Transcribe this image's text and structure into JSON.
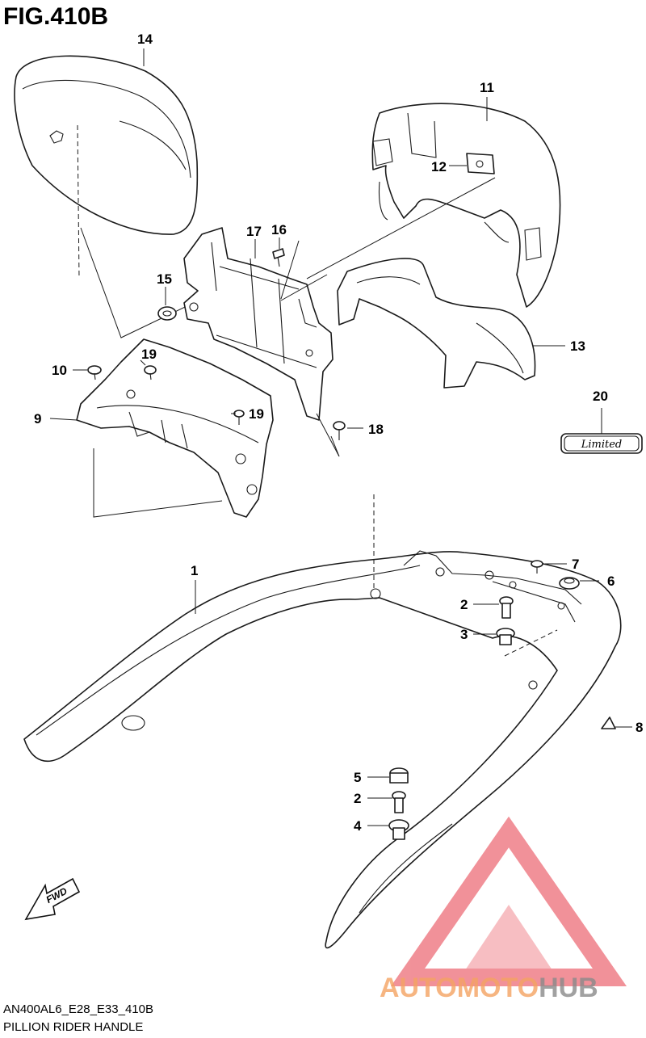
{
  "figure": {
    "title": "FIG.410B"
  },
  "parts": [
    {
      "no": "1"
    },
    {
      "no": "2"
    },
    {
      "no": "3"
    },
    {
      "no": "4"
    },
    {
      "no": "5"
    },
    {
      "no": "6"
    },
    {
      "no": "7"
    },
    {
      "no": "8"
    },
    {
      "no": "9"
    },
    {
      "no": "10"
    },
    {
      "no": "11"
    },
    {
      "no": "12"
    },
    {
      "no": "13"
    },
    {
      "no": "14"
    },
    {
      "no": "15"
    },
    {
      "no": "16"
    },
    {
      "no": "17"
    },
    {
      "no": "18"
    },
    {
      "no": "19"
    },
    {
      "no": "20"
    }
  ],
  "callout_extra": {
    "no_2b": "2",
    "no_19b": "19"
  },
  "emblem": {
    "text": "Limited"
  },
  "fwd": {
    "text": "FWD"
  },
  "footer": {
    "code": "AN400AL6_E28_E33_410B",
    "caption": "PILLION RIDER HANDLE"
  },
  "watermark": {
    "part1": "AUTOMOTO",
    "part2": "HUB",
    "color1": "#f4a261",
    "color2": "#9a9a9a",
    "logo_color": "#e63946"
  }
}
